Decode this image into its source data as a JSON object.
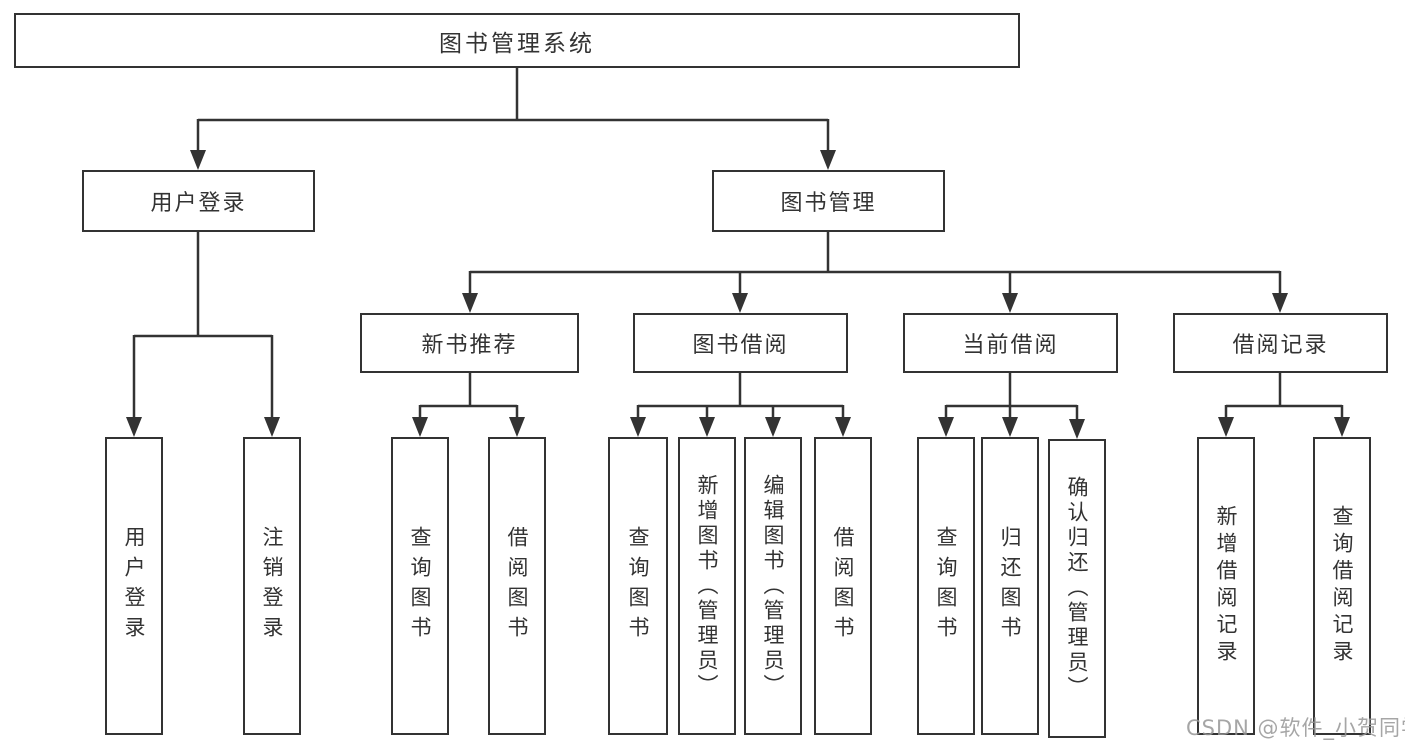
{
  "nodes": {
    "root": "图书管理系统",
    "user_login": "用户登录",
    "book_mgmt": "图书管理",
    "new_book_rec": "新书推荐",
    "book_borrow": "图书借阅",
    "current_borrow": "当前借阅",
    "borrow_record": "借阅记录",
    "ul_login": "用户登录",
    "ul_logout": "注销登录",
    "nb_query": "查询图书",
    "nb_borrow": "借阅图书",
    "bb_query": "查询图书",
    "bb_add": "新增图书（管理员）",
    "bb_edit": "编辑图书（管理员）",
    "bb_borrow": "借阅图书",
    "cb_query": "查询图书",
    "cb_return": "归还图书",
    "cb_confirm": "确认归还（管理员）",
    "br_add": "新增借阅记录",
    "br_query": "查询借阅记录"
  },
  "hierarchy": {
    "root": [
      "user_login",
      "book_mgmt"
    ],
    "user_login": [
      "ul_login",
      "ul_logout"
    ],
    "book_mgmt": [
      "new_book_rec",
      "book_borrow",
      "current_borrow",
      "borrow_record"
    ],
    "new_book_rec": [
      "nb_query",
      "nb_borrow"
    ],
    "book_borrow": [
      "bb_query",
      "bb_add",
      "bb_edit",
      "bb_borrow"
    ],
    "current_borrow": [
      "cb_query",
      "cb_return",
      "cb_confirm"
    ],
    "borrow_record": [
      "br_add",
      "br_query"
    ]
  },
  "watermark": "CSDN @软件_小贺同学",
  "colors": {
    "line": "#333333",
    "box_border": "#333333",
    "text": "#333333",
    "watermark": "#969696",
    "background": "#ffffff"
  }
}
